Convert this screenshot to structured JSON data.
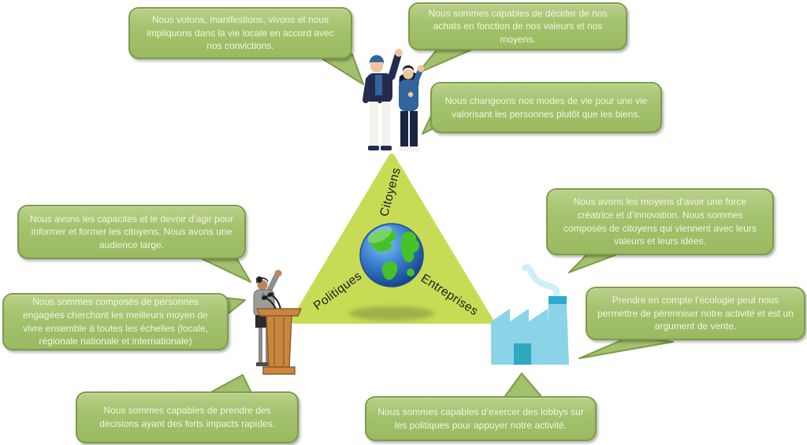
{
  "triangle": {
    "labels": {
      "top": "Citoyens",
      "left": "Politiques",
      "right": "Entreprises"
    }
  },
  "bubbles": [
    {
      "id": "citizens-left",
      "text": "Nous votons, manifestions, vivons et nous impliquons dans la vie locale en accord avec nos convictions."
    },
    {
      "id": "citizens-right-top",
      "text": "Nous sommes capables de décider de nos achats en fonction de nos valeurs et nos moyens."
    },
    {
      "id": "citizens-right-bottom",
      "text": "Nous changeons nos modes de vie pour une vie valorisant les personnes plutôt que les biens."
    },
    {
      "id": "politicians-top",
      "text": "Nous avons les capacités et le devoir d’agir pour informer et former les citoyens. Nous avons une audience large."
    },
    {
      "id": "politicians-middle",
      "text": "Nous sommes composés de personnes engagées cherchant les meilleurs moyen de vivre ensemble à toutes les échelles (locale, régionale nationale et internationale)"
    },
    {
      "id": "companies-top",
      "text": "Nous avons les moyens d’avoir une force créatrice et d’innovation.  Nous sommes composés de citoyens qui viennent avec leurs valeurs et leurs idées."
    },
    {
      "id": "companies-middle",
      "text": "Prendre en compte l’écologie peut nous permettre de pérenniser notre activité et est un argument de vente."
    },
    {
      "id": "politicians-bottom",
      "text": "Nous sommes capables de prendre des décisions ayant des forts impacts rapides."
    },
    {
      "id": "companies-bottom",
      "text": "Nous sommes capables d’exercer des lobbys sur les politiques pour appuyer notre activité."
    }
  ],
  "icons": {
    "center": "globe-icon",
    "top": "citizens-illustration",
    "left": "politician-podium-illustration",
    "right": "factory-illustration"
  },
  "colors": {
    "bubble_fill": "#9fbe65",
    "bubble_border": "#7d9c4a",
    "bubble_text": "#f2f5e6",
    "triangle_fill": "#c8db55",
    "label_text": "#1d1d1d",
    "factory_blue": "#8bd4e8",
    "factory_teal": "#2fa9cf",
    "podium_brown": "#c8863f",
    "navy": "#232c4e",
    "denim_blue": "#31659b",
    "globe_green": "#46c229",
    "globe_blue": "#2e78c8"
  }
}
